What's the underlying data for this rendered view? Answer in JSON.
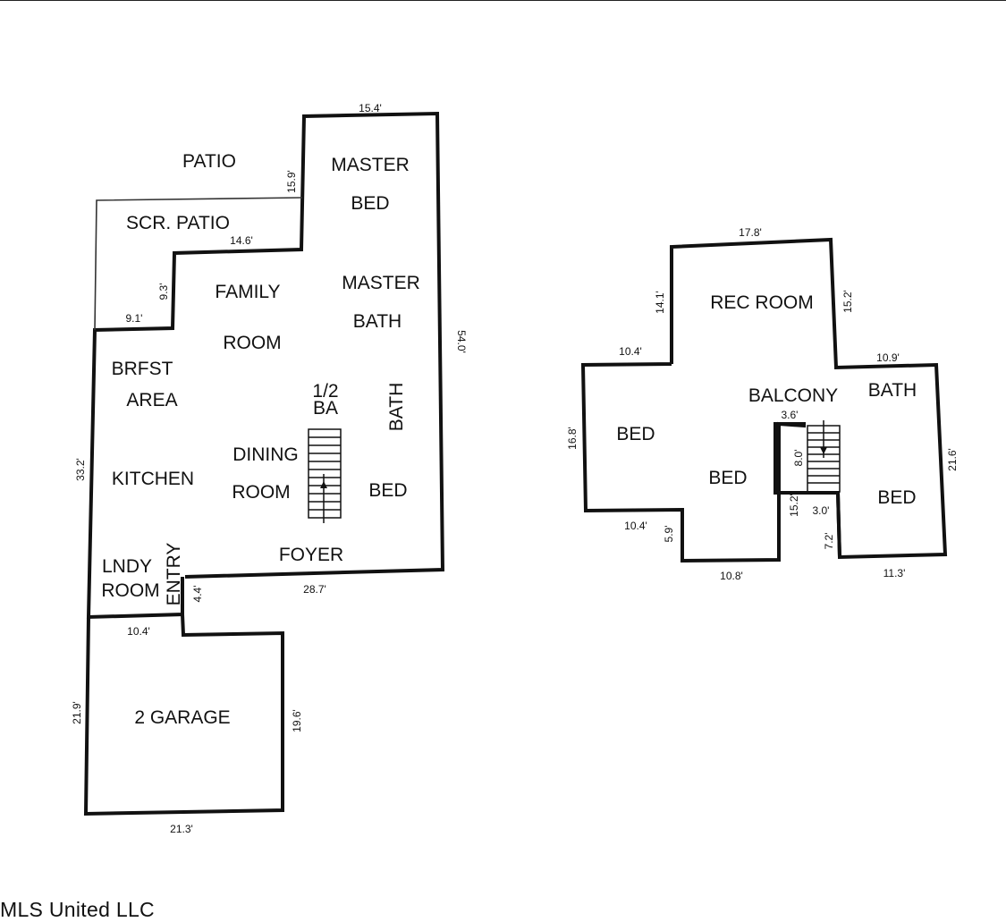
{
  "floor1": {
    "rooms": {
      "patio": "PATIO",
      "master_bed_1": "MASTER",
      "master_bed_2": "BED",
      "scr_patio": "SCR. PATIO",
      "family_1": "FAMILY",
      "family_2": "ROOM",
      "master_bath_1": "MASTER",
      "master_bath_2": "BATH",
      "brfst_1": "BRFST",
      "brfst_2": "AREA",
      "half_bath_1": "1/2",
      "half_bath_2": "BA",
      "bath": "BATH",
      "kitchen": "KITCHEN",
      "dining_1": "DINING",
      "dining_2": "ROOM",
      "bed": "BED",
      "foyer": "FOYER",
      "lndy_1": "LNDY",
      "lndy_2": "ROOM",
      "entry": "ENTRY",
      "garage": "2 GARAGE"
    },
    "dims": {
      "top": "15.4'",
      "patio_side": "15.9'",
      "scr_patio_bottom": "14.6'",
      "step_side": "9.3'",
      "step_bottom": "9.1'",
      "right": "54.0'",
      "left": "33.2'",
      "entry": "4.4'",
      "foyer_bottom": "28.7'",
      "garage_top": "10.4'",
      "garage_left": "21.9'",
      "garage_right": "19.6'",
      "garage_bottom": "21.3'"
    }
  },
  "floor2": {
    "rooms": {
      "rec_room": "REC ROOM",
      "balcony": "BALCONY",
      "bath": "BATH",
      "bed_left": "BED",
      "bed_center": "BED",
      "bed_right": "BED"
    },
    "dims": {
      "top": "17.8'",
      "rec_left": "14.1'",
      "rec_right": "15.2'",
      "left_top": "10.4'",
      "right_top": "10.9'",
      "left": "16.8'",
      "right": "21.6'",
      "stair_top": "3.6'",
      "stair_len": "8.0'",
      "stair_side": "15.2'",
      "stair_bottom": "3.0'",
      "left_bottom": "10.4'",
      "left_step": "5.9'",
      "center_bottom": "10.8'",
      "right_step": "7.2'",
      "right_bottom": "11.3'"
    }
  },
  "watermark": "MLS United LLC"
}
